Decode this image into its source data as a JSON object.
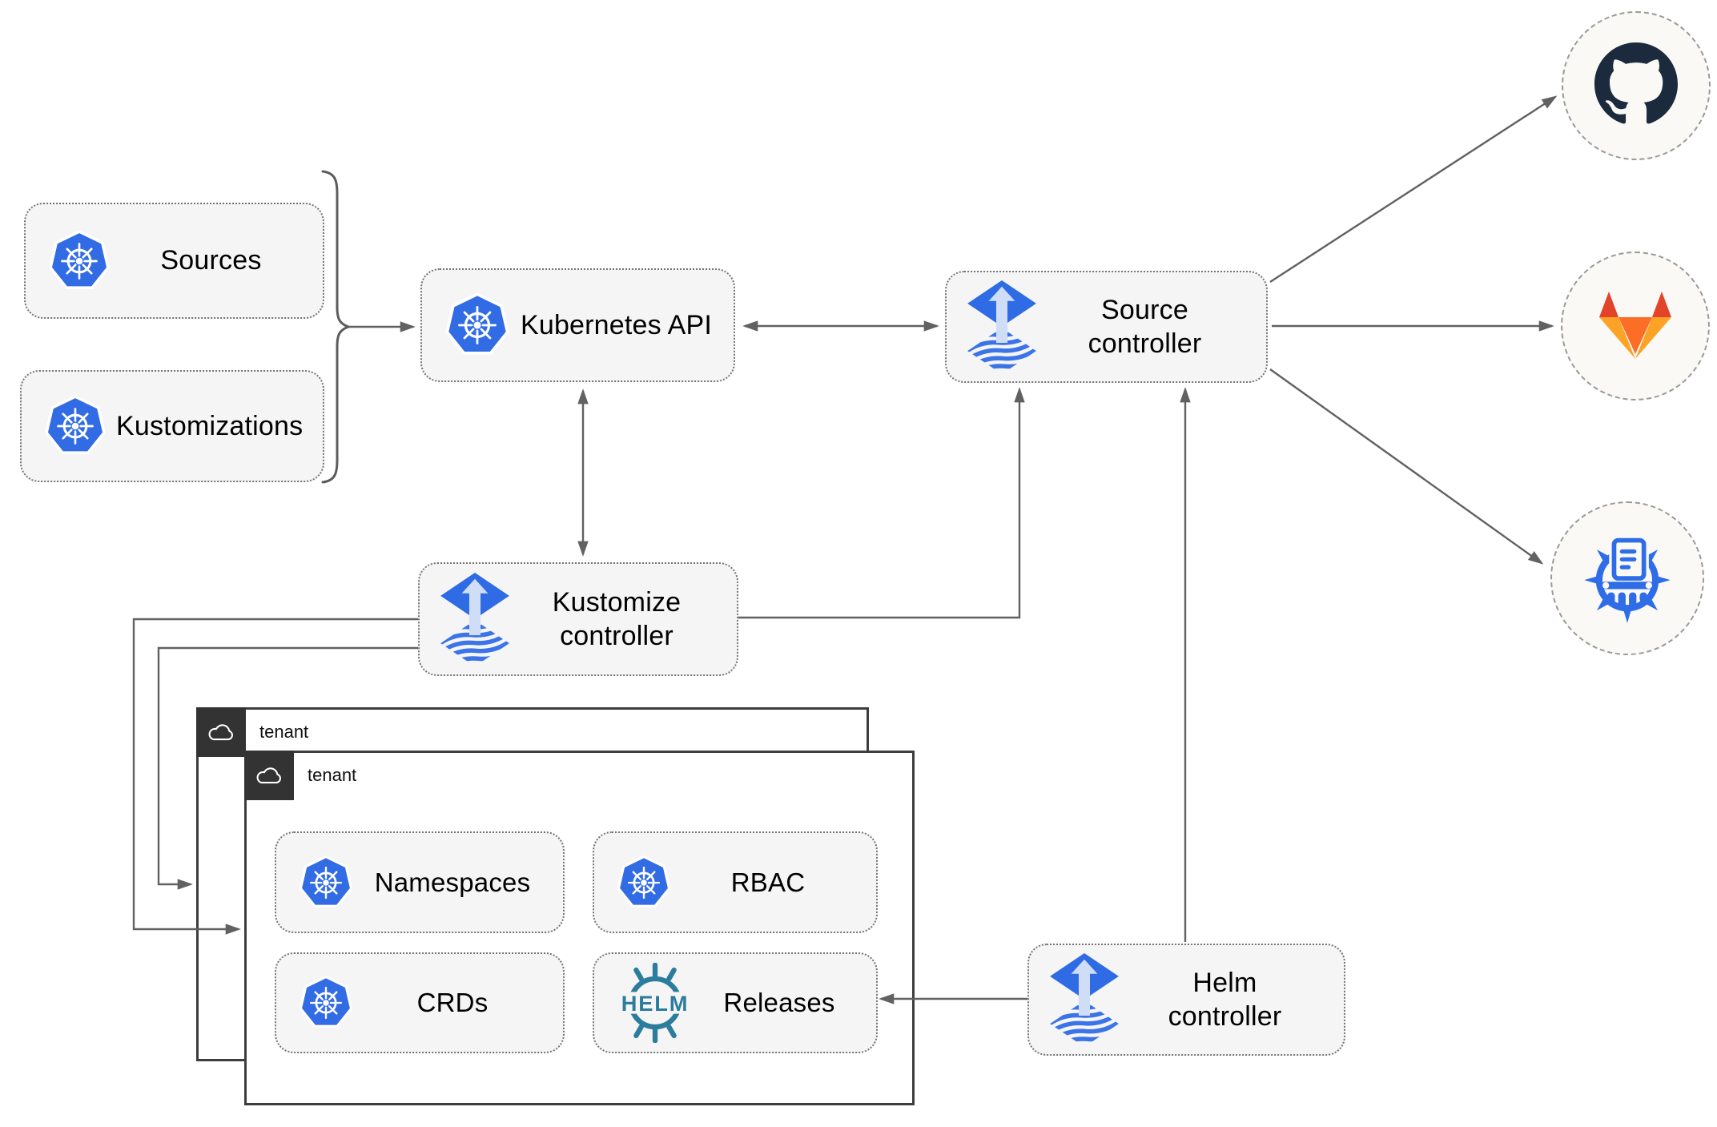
{
  "nodes": {
    "sources": {
      "label": "Sources"
    },
    "kustomizations": {
      "label": "Kustomizations"
    },
    "kubernetes_api": {
      "label": "Kubernetes API"
    },
    "source_controller": {
      "label": "Source\ncontroller"
    },
    "kustomize_controller": {
      "label": "Kustomize\ncontroller"
    },
    "helm_controller": {
      "label": "Helm\ncontroller"
    },
    "namespaces": {
      "label": "Namespaces"
    },
    "rbac": {
      "label": "RBAC"
    },
    "crds": {
      "label": "CRDs"
    },
    "releases": {
      "label": "Releases",
      "logo_text": "HELM"
    }
  },
  "tenants": {
    "back": {
      "label": "tenant"
    },
    "front": {
      "label": "tenant"
    }
  },
  "external_targets": [
    {
      "icon": "github-icon"
    },
    {
      "icon": "gitlab-icon"
    },
    {
      "icon": "kustomize-registry-icon"
    }
  ],
  "colors": {
    "kubernetes_blue": "#326ce5",
    "flux_blue": "#2e6be4",
    "flux_arrow_light": "#cfdef6",
    "helm_teal": "#2c7c9e",
    "github_dark": "#1b2a3c",
    "gitlab_red_orange": "#e24329",
    "gitlab_orange": "#fc6d26",
    "gitlab_amber": "#fca326",
    "registry_blue": "#2f6de8",
    "wire_gray": "#616161",
    "node_fill": "#f5f5f5",
    "node_border": "#757575",
    "tenant_border": "#3d3d3d",
    "tenant_tab": "#333333",
    "circle_fill": "#faf9f5"
  }
}
